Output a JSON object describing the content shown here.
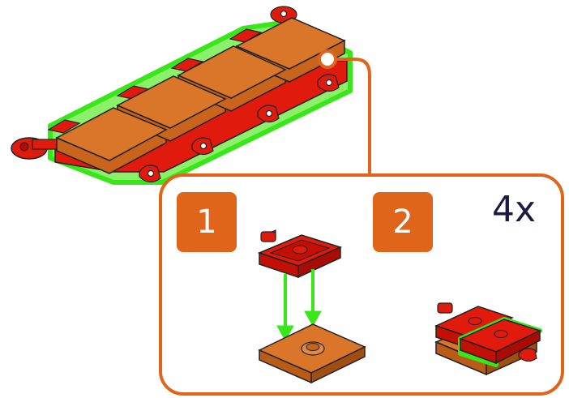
{
  "callout": {
    "step_1": "1",
    "step_2": "2",
    "multiplier": "4x"
  },
  "colors": {
    "brand_orange": "#e0651b",
    "tile_orange": "#d9762a",
    "brick_red": "#e01a0c",
    "highlight_green": "#39e61a",
    "text_navy": "#1c1a40"
  }
}
